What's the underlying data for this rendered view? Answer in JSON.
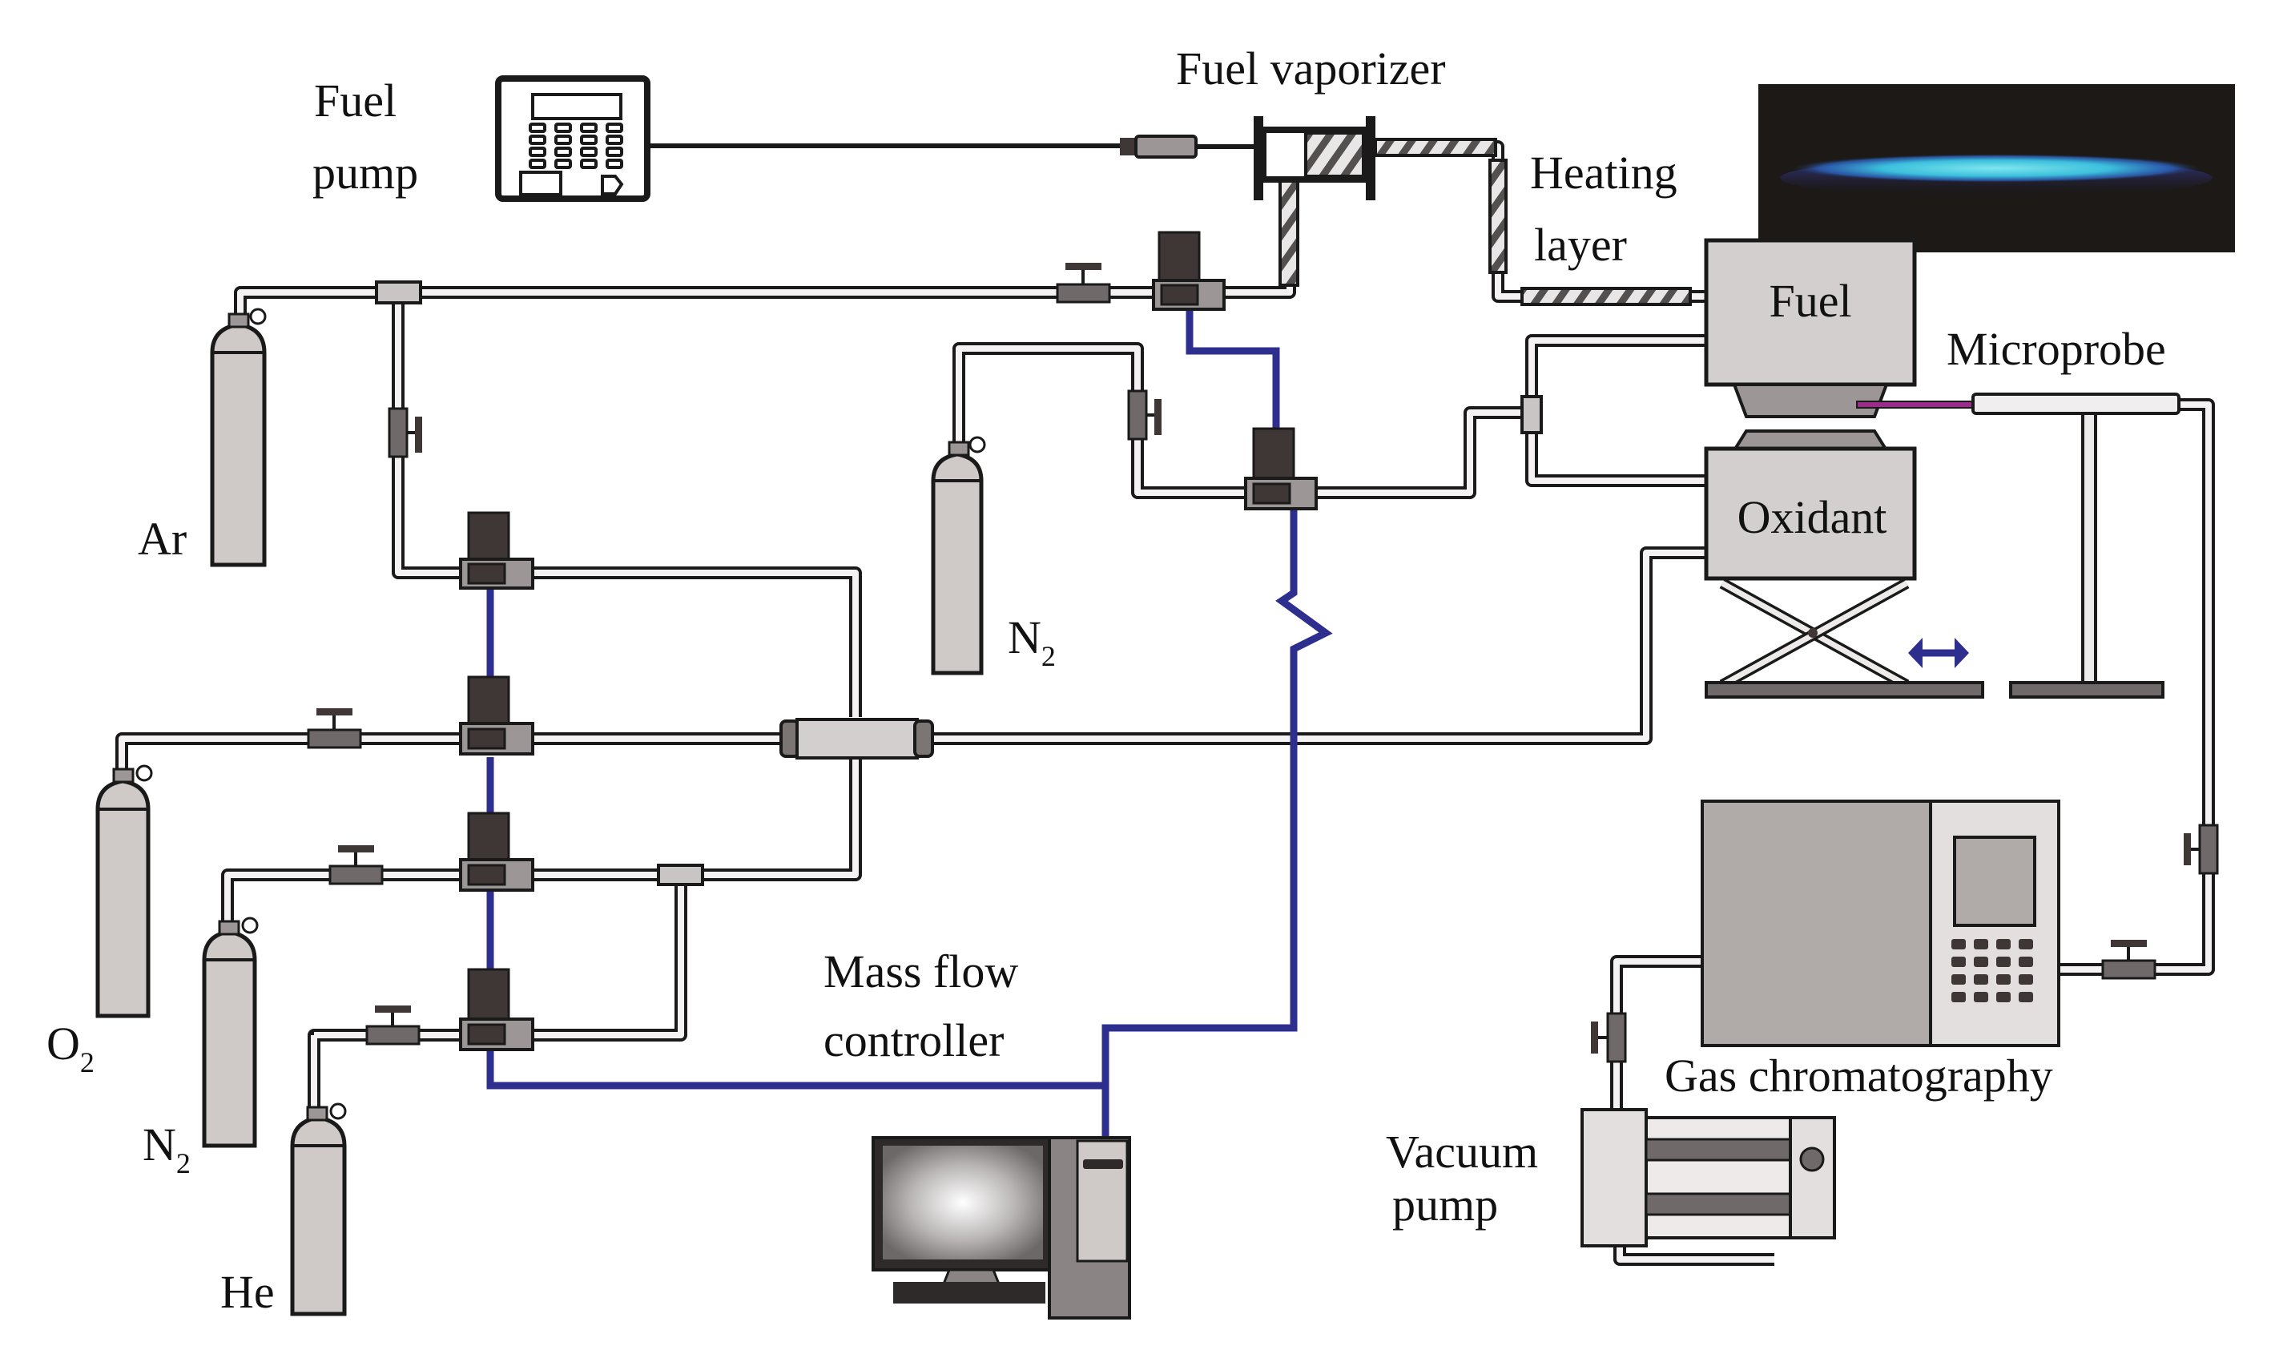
{
  "figure": {
    "type": "experimental-setup-schematic",
    "subject": "Counterflow flame experimental apparatus"
  },
  "labels": {
    "fuel_pump_line1": "Fuel",
    "fuel_pump_line2": "pump",
    "fuel_vaporizer": "Fuel vaporizer",
    "heating_layer_line1": "Heating",
    "heating_layer_line2": "layer",
    "fuel_burner": "Fuel",
    "oxidant_burner": "Oxidant",
    "microprobe": "Microprobe",
    "mass_flow_controller_line1": "Mass flow",
    "mass_flow_controller_line2": "controller",
    "gas_chromatography": "Gas chromatography",
    "vacuum_pump_line1": "Vacuum",
    "vacuum_pump_line2": "pump"
  },
  "gas_cylinders": [
    {
      "id": "ar",
      "symbol": "Ar",
      "subscript": ""
    },
    {
      "id": "n2-middle",
      "symbol": "N",
      "subscript": "2"
    },
    {
      "id": "o2",
      "symbol": "O",
      "subscript": "2"
    },
    {
      "id": "n2-left",
      "symbol": "N",
      "subscript": "2"
    },
    {
      "id": "he",
      "symbol": "He",
      "subscript": ""
    }
  ],
  "colors": {
    "signal_wire": "#2e2e8f",
    "flame_core": "#5fd6e6",
    "flame_edge": "#3a3fb0",
    "flame_background": "#1c1917",
    "probe_tip": "#9b2d8a",
    "translation_arrow": "#2e2e8f",
    "equipment_gray": "#d2cfce",
    "mfc_dark": "#3e3735"
  }
}
